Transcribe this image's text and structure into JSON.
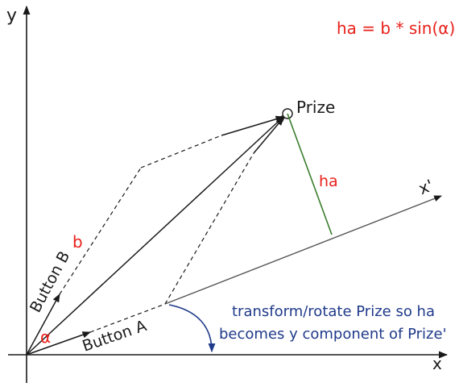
{
  "axes": {
    "y_label": "y",
    "x_label": "x",
    "x_prime_label": "x'"
  },
  "formula": "ha = b * sin(α)",
  "labels": {
    "prize": "Prize",
    "ha": "ha",
    "b": "b",
    "alpha": "α",
    "button_a": "Button A",
    "button_b": "Button B"
  },
  "note": {
    "line1": "transform/rotate Prize so ha",
    "line2": "becomes y component of Prize'"
  },
  "colors": {
    "annotation_red": "#e8201a",
    "note_blue": "#1f3a8a",
    "height_green": "#3a7d2c",
    "ink": "#1a1a1a"
  }
}
